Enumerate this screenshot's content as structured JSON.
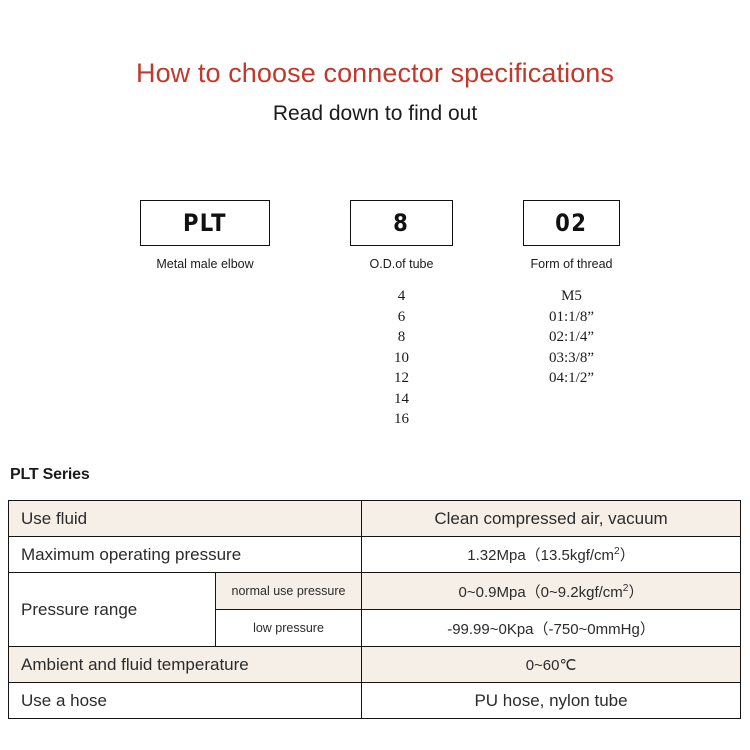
{
  "header": {
    "title": "How to choose connector specifications",
    "subtitle": "Read down to find out",
    "title_color": "#c0392b"
  },
  "code_breakdown": {
    "columns": [
      {
        "id": "series",
        "code": "PLT",
        "caption": "Metal male elbow",
        "options": []
      },
      {
        "id": "tube",
        "code": "8",
        "caption": "O.D.of tube",
        "options": [
          "4",
          "6",
          "8",
          "10",
          "12",
          "14",
          "16"
        ]
      },
      {
        "id": "thread",
        "code": "02",
        "caption": "Form of thread",
        "options": [
          "M5",
          "01:1/8”",
          "02:1/4”",
          "03:3/8”",
          "04:1/2”"
        ]
      }
    ]
  },
  "spec_section": {
    "heading": "PLT Series",
    "row_beige": "#f6efe7",
    "row_white": "#ffffff",
    "rows": [
      {
        "label": "Use fluid",
        "value": "Clean compressed air, vacuum",
        "shade": "beige",
        "size": "lg"
      },
      {
        "label": "Maximum operating pressure",
        "value": "1.32Mpa（13.5kgf/cm2）",
        "shade": "white",
        "size": "sm"
      },
      {
        "label": "Pressure range",
        "shade": "merged",
        "subrows": [
          {
            "sublabel": "normal use pressure",
            "value": "0~0.9Mpa（0~9.2kgf/cm2）",
            "shade": "beige"
          },
          {
            "sublabel": "low pressure",
            "value": "-99.99~0Kpa（-750~0mmHg）",
            "shade": "white"
          }
        ]
      },
      {
        "label": "Ambient and fluid temperature",
        "value": "0~60℃",
        "shade": "beige",
        "size": "sm"
      },
      {
        "label": "Use a hose",
        "value": "PU hose, nylon tube",
        "shade": "white",
        "size": "lg"
      }
    ]
  }
}
